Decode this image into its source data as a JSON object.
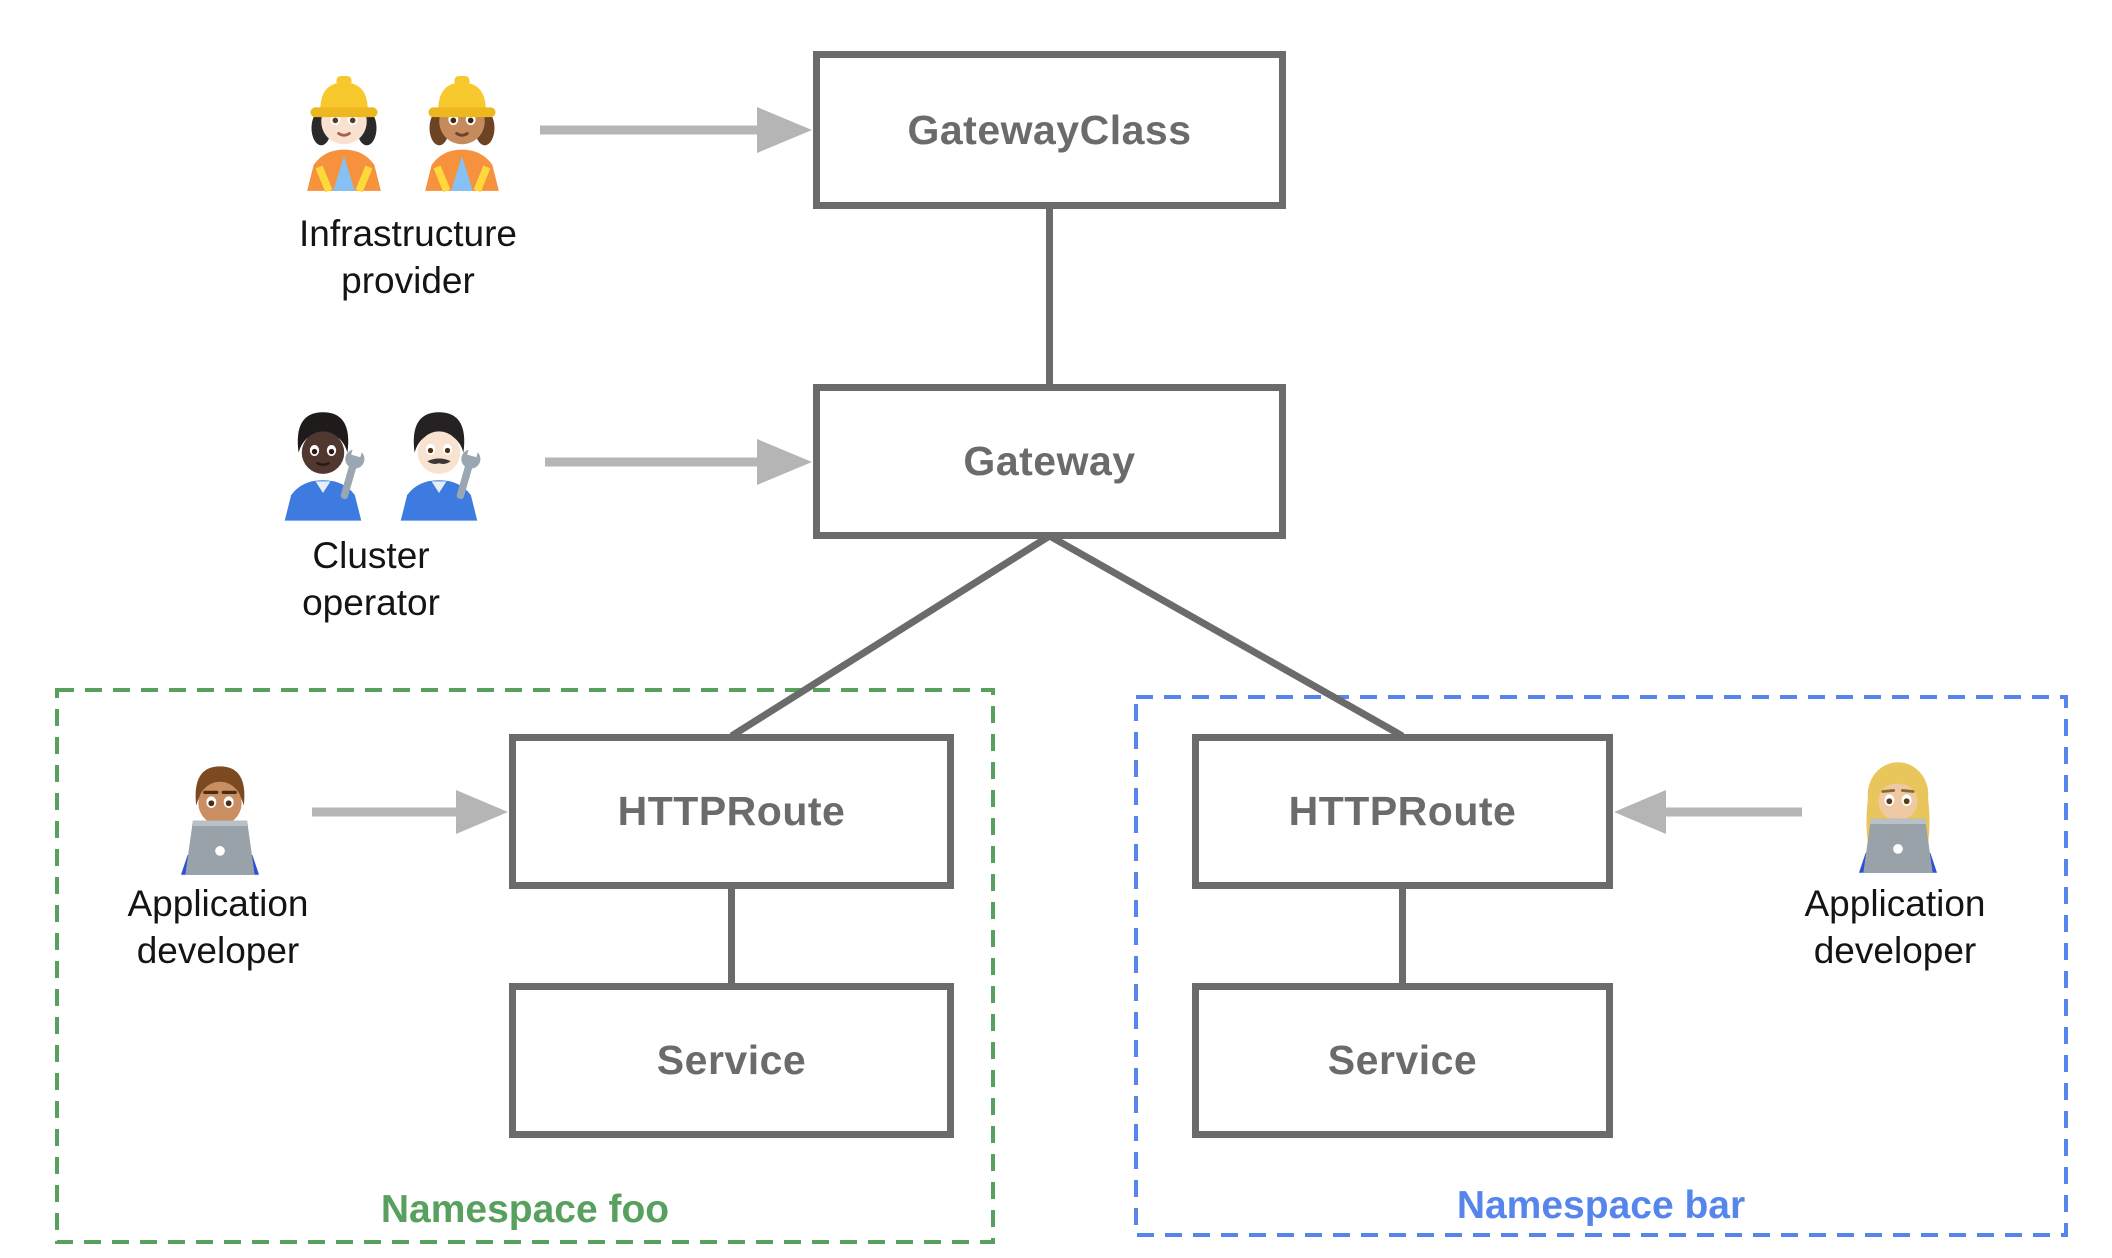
{
  "nodes": {
    "gateway_class": "GatewayClass",
    "gateway": "Gateway",
    "httproute_foo": "HTTPRoute",
    "service_foo": "Service",
    "httproute_bar": "HTTPRoute",
    "service_bar": "Service"
  },
  "namespaces": {
    "foo": {
      "label": "Namespace foo",
      "color": "#57A05D",
      "border_style": "dashed"
    },
    "bar": {
      "label": "Namespace bar",
      "color": "#5685EC",
      "border_style": "dashed"
    }
  },
  "personas": {
    "infrastructure_provider": {
      "lines": [
        "Infrastructure",
        "provider"
      ],
      "icons": [
        "woman-construction-worker-light-icon",
        "woman-construction-worker-medium-icon"
      ]
    },
    "cluster_operator": {
      "lines": [
        "Cluster",
        "operator"
      ],
      "icons": [
        "mechanic-dark-icon",
        "man-mechanic-light-icon"
      ]
    },
    "application_developer_foo": {
      "lines": [
        "Application",
        "developer"
      ],
      "icons": [
        "man-technologist-icon"
      ]
    },
    "application_developer_bar": {
      "lines": [
        "Application",
        "developer"
      ],
      "icons": [
        "woman-technologist-icon"
      ]
    }
  },
  "colors": {
    "node_border": "#6B6B6B",
    "node_text": "#6B6B6B",
    "connector_line": "#6B6B6B",
    "arrow": "#B5B5B5",
    "persona_text": "#141414",
    "background": "#FFFFFF"
  }
}
